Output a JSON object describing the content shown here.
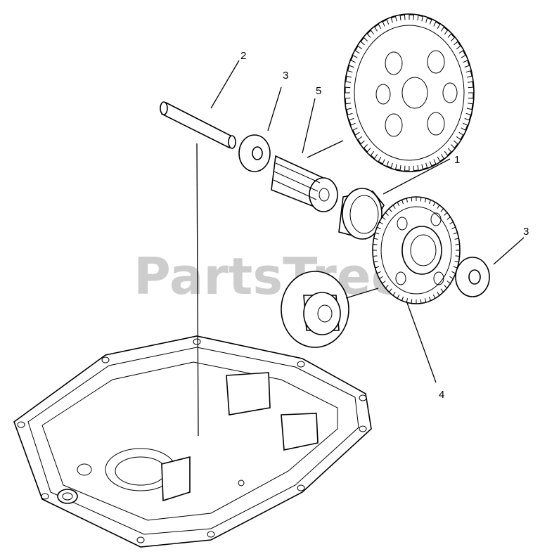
{
  "diagram": {
    "watermark": "PartsTree",
    "callouts": [
      {
        "id": "c2",
        "label": "2"
      },
      {
        "id": "c3a",
        "label": "3"
      },
      {
        "id": "c5",
        "label": "5"
      },
      {
        "id": "c1",
        "label": "1"
      },
      {
        "id": "c3b",
        "label": "3"
      },
      {
        "id": "c4",
        "label": "4"
      }
    ]
  }
}
